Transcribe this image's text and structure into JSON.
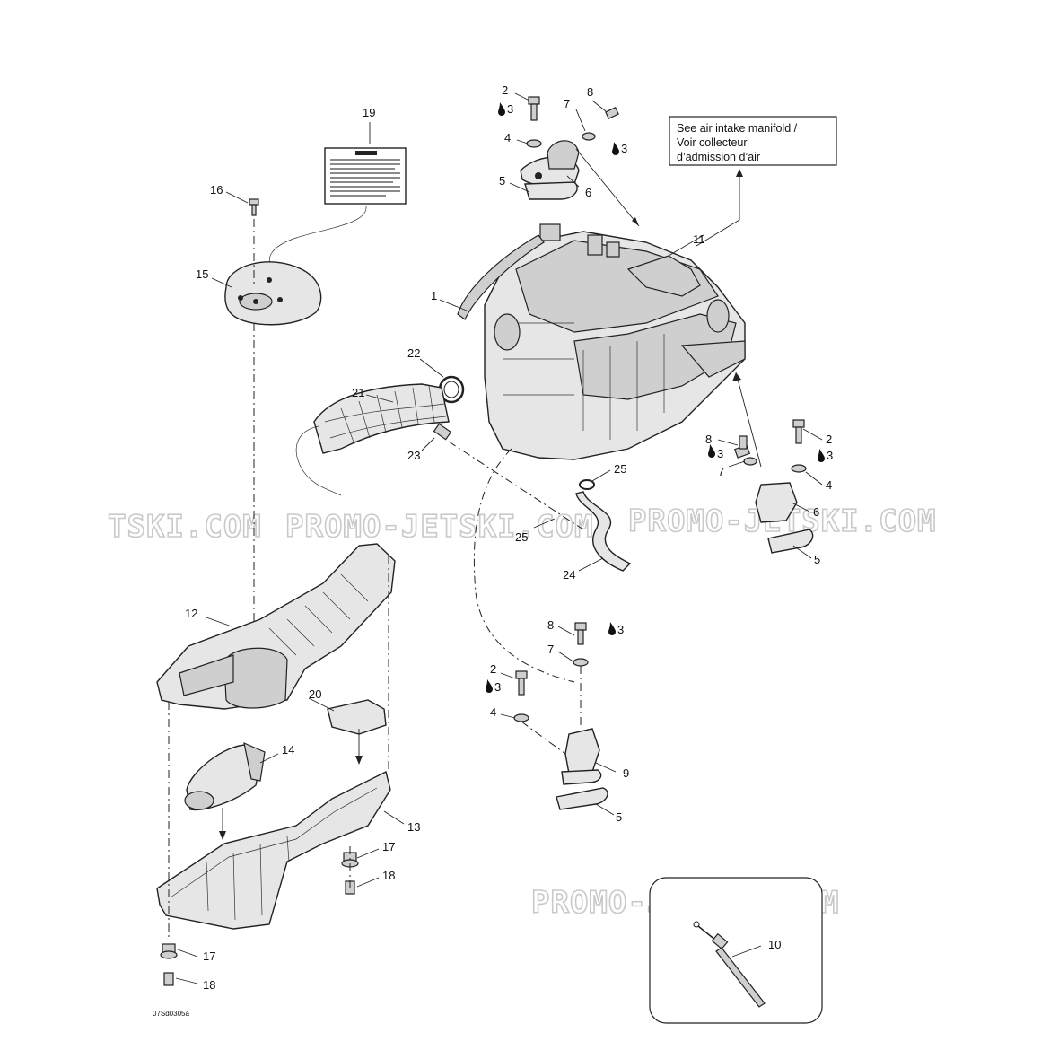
{
  "note_box": {
    "line1": "See air intake manifold /",
    "line2": "Voir collecteur",
    "line3": "d’admission d’air"
  },
  "watermark": {
    "left": "TSKI.COM",
    "mid": "PROMO-JETSKI.COM",
    "right": "PROMO-JETSKI.COM",
    "bottom": "PROMO-JETSKI.COM"
  },
  "drawing_code": "07Sd0305a",
  "callouts": {
    "c1": "1",
    "c2a": "2",
    "c3a": "3",
    "c4a": "4",
    "c5a": "5",
    "c6a": "6",
    "c7a": "7",
    "c8a": "8",
    "c3b": "3",
    "c11": "11",
    "c19": "19",
    "c16": "16",
    "c15": "15",
    "c22": "22",
    "c21": "21",
    "c23": "23",
    "c25a": "25",
    "c8b": "8",
    "c3c": "3",
    "c7b": "7",
    "c2b": "2",
    "c3d": "3",
    "c4b": "4",
    "c6b": "6",
    "c5b": "5",
    "c25b": "25",
    "c24": "24",
    "c12": "12",
    "c8c": "8",
    "c3e": "3",
    "c7c": "7",
    "c2c": "2",
    "c3f": "3",
    "c4c": "4",
    "c9": "9",
    "c5c": "5",
    "c20": "20",
    "c14": "14",
    "c13": "13",
    "c17a": "17",
    "c18a": "18",
    "c17b": "17",
    "c18b": "18",
    "c10": "10"
  }
}
